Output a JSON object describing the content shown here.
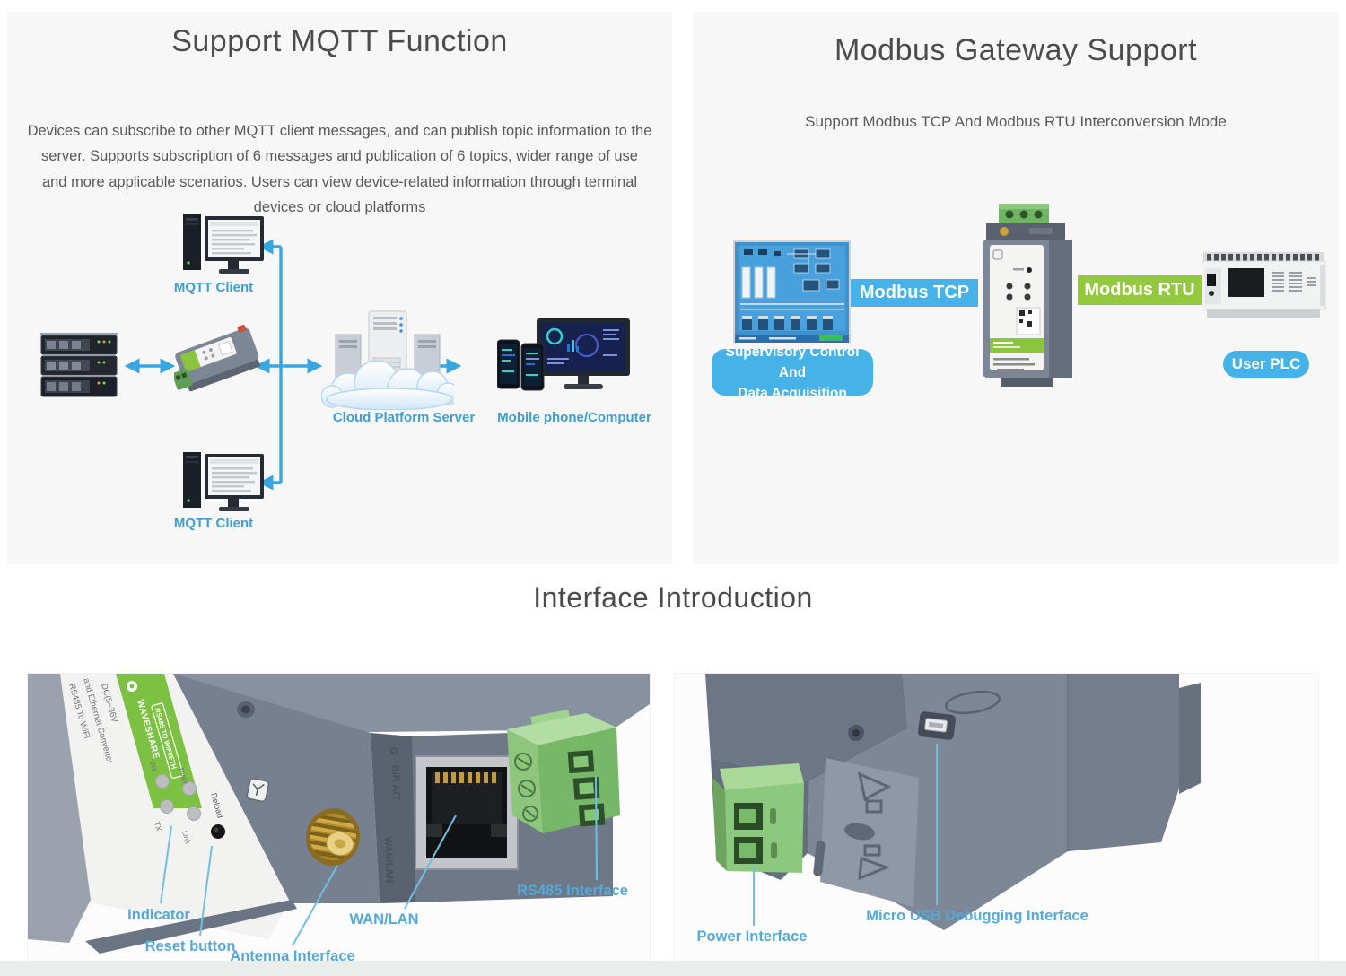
{
  "mqtt_panel": {
    "title": "Support MQTT Function",
    "description": "Devices can subscribe to other MQTT client messages, and can publish topic information to the server. Supports subscription of 6 messages and publication of 6 topics, wider range of use and more applicable scenarios. Users can view device-related information through terminal devices or cloud platforms",
    "labels": {
      "client_top": "MQTT Client",
      "client_bottom": "MQTT Client",
      "cloud_server": "Cloud Platform Server",
      "mobile_computer": "Mobile phone/Computer"
    }
  },
  "modbus_panel": {
    "title": "Modbus Gateway Support",
    "subtitle": "Support Modbus TCP And Modbus RTU Interconversion Mode",
    "tcp_band": "Modbus TCP",
    "rtu_band": "Modbus RTU",
    "scada_box": {
      "line1": "Supervisory Control And",
      "line2": "Data Acquisition"
    },
    "plc_box": "User PLC"
  },
  "interface_section": {
    "heading": "Interface Introduction",
    "left_photo": {
      "callouts": {
        "indicator": "Indicator",
        "reset_button": "Reset button",
        "antenna": "Antenna Interface",
        "wan_lan": "WAN/LAN",
        "rs485": "RS485 Interface"
      },
      "device_markings": {
        "label_line1": "RS485 To WiFi",
        "label_line2": "and Ethernet Converter",
        "label_line3": "DC(5~36V",
        "brand": "WAVESHARE",
        "product": "RS485 TO WIFI/ETH",
        "led_rx": "RX",
        "led_pwr": "PWR",
        "led_tx": "TX",
        "led_link": "Link",
        "reload": "Reload",
        "side_marking1": "G",
        "side_marking2": "B/R A/T",
        "side_marking3": "WAN/LAN"
      }
    },
    "right_photo": {
      "callouts": {
        "power": "Power Interface",
        "micro_usb": "Micro USB Debugging Interface"
      }
    }
  },
  "colors": {
    "accent_blue": "#45b3e8",
    "band_green": "#94c83e",
    "callout_label_blue": "#56a9d6",
    "diagram_label_blue": "#3f9ed0",
    "arrow_blue": "#38a6e0",
    "device_green": "#8bc53f"
  }
}
